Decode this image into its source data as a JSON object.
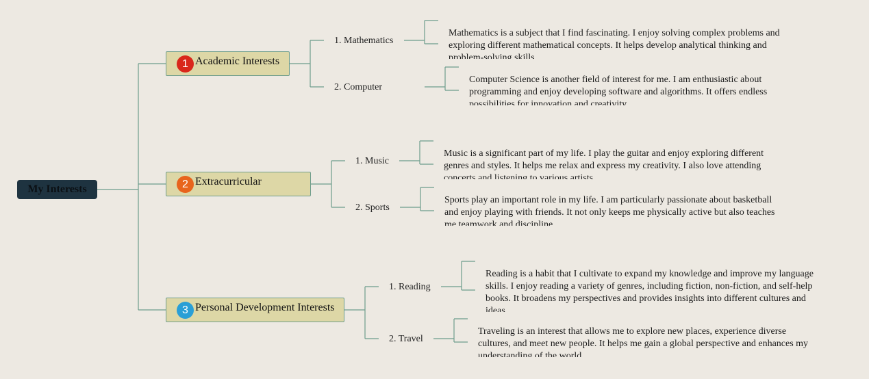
{
  "root": {
    "label": "My Interests"
  },
  "branches": [
    {
      "number": "1",
      "color": "#d9271b",
      "label": "Academic Interests",
      "children": [
        {
          "label": "1. Mathematics",
          "description": "Mathematics is a subject that I find fascinating. I enjoy solving complex problems and exploring different mathematical concepts. It helps develop analytical thinking and problem-solving skills."
        },
        {
          "label": "2. Computer",
          "description": "Computer Science is another field of interest for me. I am enthusiastic about programming and enjoy developing software and algorithms. It offers endless possibilities for innovation and creativity."
        }
      ]
    },
    {
      "number": "2",
      "color": "#e8641c",
      "label": "Extracurricular",
      "children": [
        {
          "label": "1. Music",
          "description": "Music is a significant part of my life. I play the guitar and enjoy exploring different genres and styles. It helps me relax and express my creativity. I also love attending concerts and listening to various artists."
        },
        {
          "label": "2. Sports",
          "description": "Sports play an important role in my life. I am particularly passionate about basketball and enjoy playing with friends. It not only keeps me physically active but also teaches me teamwork and discipline."
        }
      ]
    },
    {
      "number": "3",
      "color": "#2a9fd6",
      "label": "Personal Development Interests",
      "children": [
        {
          "label": "1. Reading",
          "description": "Reading is a habit that I cultivate to expand my knowledge and improve my language skills. I enjoy reading a variety of genres, including fiction, non-fiction, and self-help books. It broadens my perspectives and provides insights into different cultures and ideas."
        },
        {
          "label": "2. Travel",
          "description": "Traveling is an interest that allows me to explore new places, experience diverse cultures, and meet new people. It helps me gain a global perspective and enhances my understanding of the world."
        }
      ]
    }
  ],
  "colors": {
    "connector": "#6d9d8c",
    "background": "#ede9e2"
  }
}
